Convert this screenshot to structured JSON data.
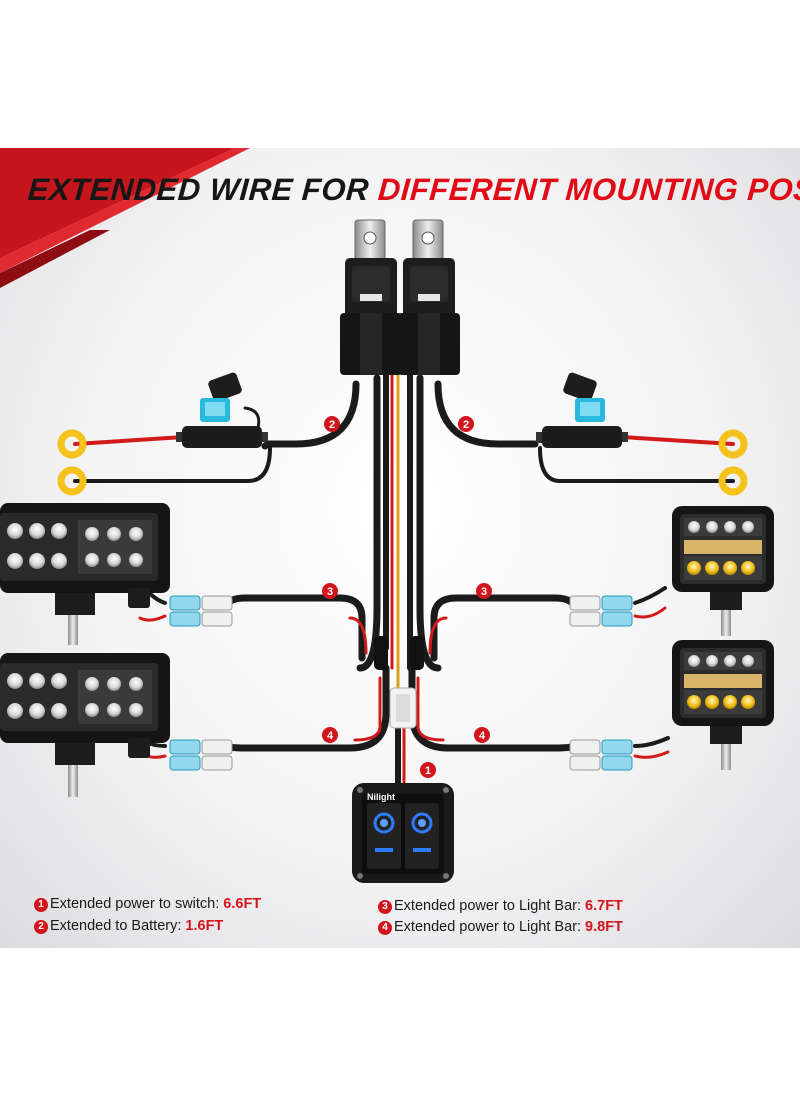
{
  "title": {
    "part1": "EXTENDED WIRE FOR",
    "part2": "DIFFERENT MOUNTING POSITION"
  },
  "brand": "Nilight",
  "badges": [
    "1",
    "2",
    "2",
    "3",
    "3",
    "4",
    "4"
  ],
  "legend": [
    {
      "num": "1",
      "label": "Extended power to switch:",
      "value": "6.6FT"
    },
    {
      "num": "2",
      "label": "Extended to Battery:",
      "value": "1.6FT"
    },
    {
      "num": "3",
      "label": "Extended power to Light Bar:",
      "value": "6.7FT"
    },
    {
      "num": "4",
      "label": "Extended power to Light Bar:",
      "value": "9.8FT"
    }
  ],
  "colors": {
    "accent_red": "#d4141d",
    "title_red": "#e10b17",
    "wire_black": "#1b1b1b",
    "wire_red": "#d31a1a",
    "ring_terminal": "#f4c21a",
    "fuse_blue": "#25b7d9",
    "switch_led": "#2f7cff",
    "led_yellow": "#f2c21c"
  },
  "icons": [
    "relay-icon",
    "fuse-holder-icon",
    "ring-terminal-icon",
    "led-light-bar-icon",
    "led-pod-light-icon",
    "rocker-switch-panel-icon",
    "wire-connector-icon"
  ]
}
